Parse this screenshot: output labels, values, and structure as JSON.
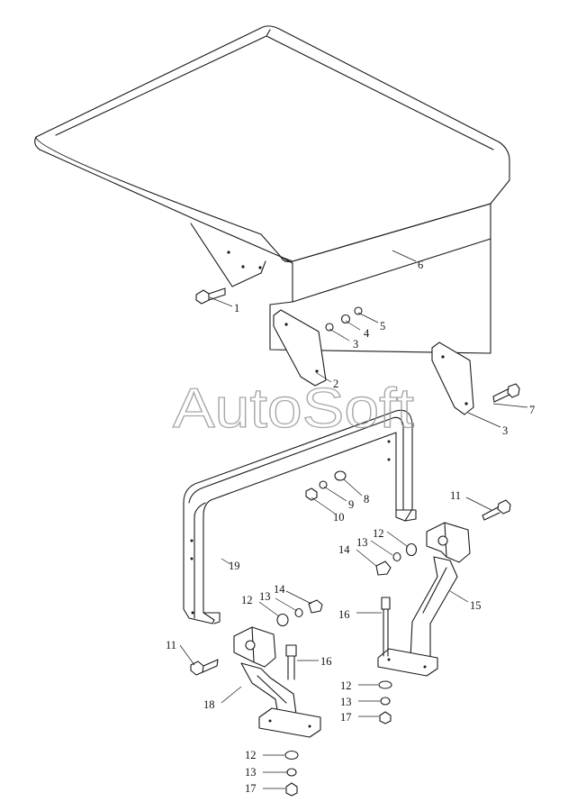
{
  "watermark": "AutoSoft",
  "callouts": {
    "c1": "1",
    "c2": "2",
    "c3a": "3",
    "c3b": "3",
    "c4": "4",
    "c5": "5",
    "c6": "6",
    "c7": "7",
    "c8": "8",
    "c9": "9",
    "c10": "10",
    "c11a": "11",
    "c11b": "11",
    "c12a": "12",
    "c12b": "12",
    "c12c": "12",
    "c12d": "12",
    "c13a": "13",
    "c13b": "13",
    "c13c": "13",
    "c13d": "13",
    "c14a": "14",
    "c14b": "14",
    "c15": "15",
    "c16a": "16",
    "c16b": "16",
    "c17a": "17",
    "c17b": "17",
    "c18": "18",
    "c19": "19"
  }
}
